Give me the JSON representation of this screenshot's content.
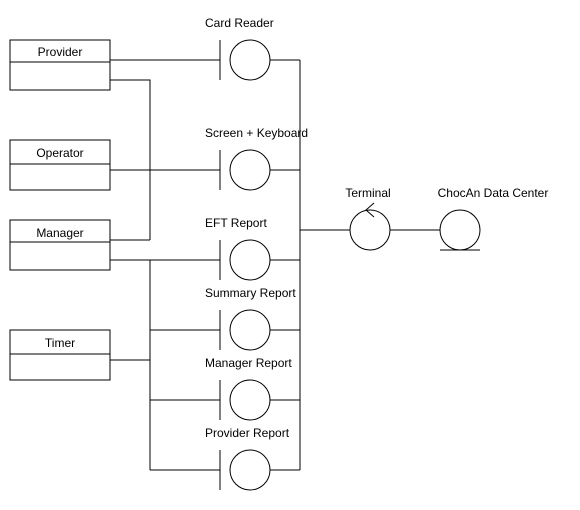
{
  "actors": [
    {
      "id": "provider",
      "label": "Provider"
    },
    {
      "id": "operator",
      "label": "Operator"
    },
    {
      "id": "manager",
      "label": "Manager"
    },
    {
      "id": "timer",
      "label": "Timer"
    }
  ],
  "boundaries": [
    {
      "id": "card-reader",
      "label": "Card Reader"
    },
    {
      "id": "screen-keyboard",
      "label": "Screen + Keyboard"
    },
    {
      "id": "eft-report",
      "label": "EFT Report"
    },
    {
      "id": "summary-report",
      "label": "Summary Report"
    },
    {
      "id": "manager-report",
      "label": "Manager Report"
    },
    {
      "id": "provider-report",
      "label": "Provider Report"
    }
  ],
  "control": {
    "id": "terminal",
    "label": "Terminal"
  },
  "entity": {
    "id": "chocan-data-center",
    "label": "ChocAn Data Center"
  }
}
